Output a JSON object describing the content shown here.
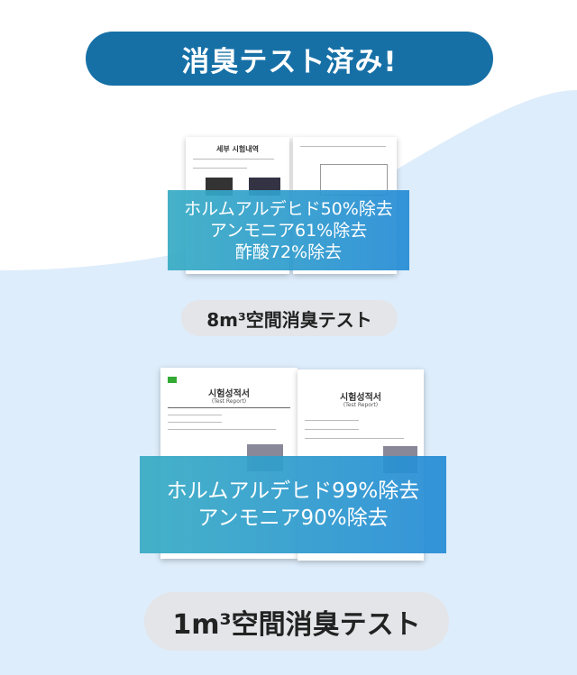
{
  "header": {
    "title": "消臭テスト済み!"
  },
  "test1": {
    "results": [
      "ホルムアルデヒド50%除去",
      "アンモニア61%除去",
      "酢酸72%除去"
    ],
    "label": "8m³空間消臭テスト"
  },
  "test2": {
    "doc_title": "시험성적서",
    "doc_subtitle": "(Test Report)",
    "results": [
      "ホルムアルデヒド99%除去",
      "アンモニア90%除去"
    ],
    "label": "1m³空間消臭テスト"
  },
  "colors": {
    "header": "#1670a6",
    "band_start": "#38acc4",
    "band_end": "#268cd6",
    "pill": "#e3e5e9",
    "wave": "#deedfb"
  }
}
